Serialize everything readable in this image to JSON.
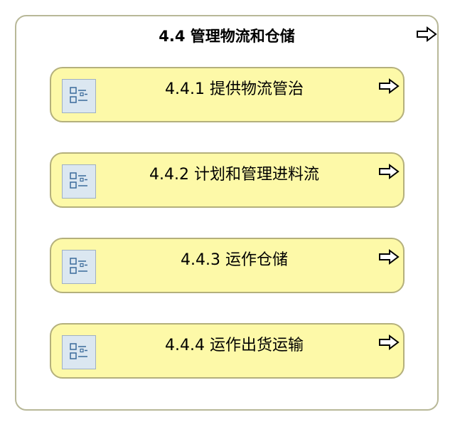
{
  "diagram": {
    "title": "4.4 管理物流和仓储",
    "title_icon": "arrow-right-icon",
    "item_icon": "process-list-icon",
    "items": [
      {
        "label": "4.4.1 提供物流管治"
      },
      {
        "label": "4.4.2 计划和管理进料流"
      },
      {
        "label": "4.4.3 运作仓储"
      },
      {
        "label": "4.4.4 运作出货运输"
      }
    ]
  },
  "colors": {
    "card_fill": "#fdf9a8",
    "card_border": "#b4b07c",
    "outer_border": "#b8b898",
    "icon_fill": "#dbe7f1",
    "icon_stroke": "#3a6a9a"
  }
}
